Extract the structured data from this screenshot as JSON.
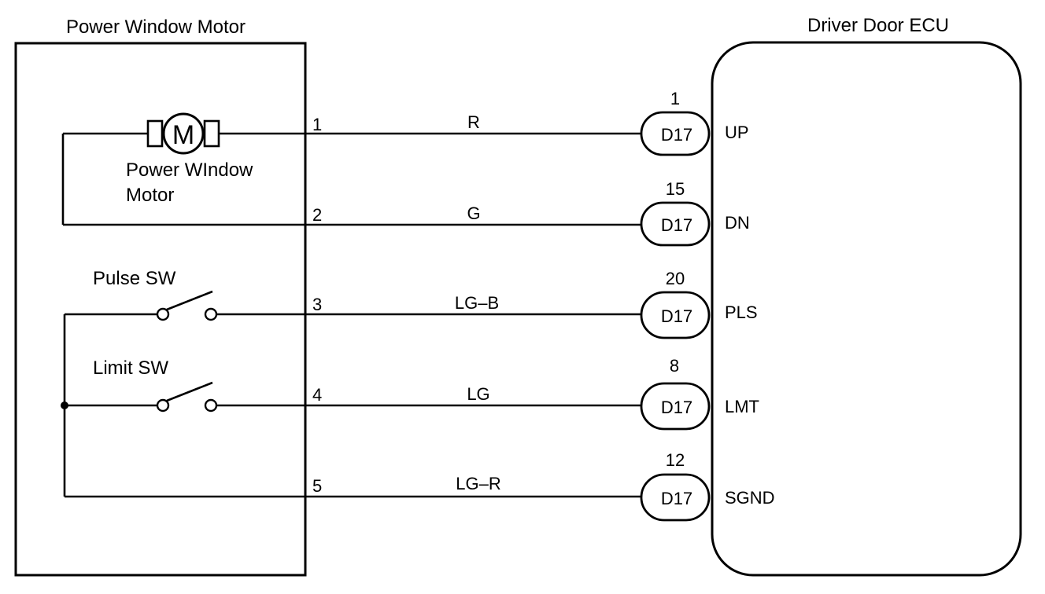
{
  "motor_box": {
    "title": "Power Window Motor"
  },
  "ecu_box": {
    "title": "Driver Door ECU"
  },
  "motor": {
    "symbol": "M",
    "label_line1": "Power WIndow",
    "label_line2": "Motor"
  },
  "switches": [
    {
      "label": "Pulse SW"
    },
    {
      "label": "Limit SW"
    }
  ],
  "circuits": [
    {
      "pin": "1",
      "wire": "R",
      "ecu_pin": "1",
      "connector": "D17",
      "signal": "UP"
    },
    {
      "pin": "2",
      "wire": "G",
      "ecu_pin": "15",
      "connector": "D17",
      "signal": "DN"
    },
    {
      "pin": "3",
      "wire": "LG–B",
      "ecu_pin": "20",
      "connector": "D17",
      "signal": "PLS"
    },
    {
      "pin": "4",
      "wire": "LG",
      "ecu_pin": "8",
      "connector": "D17",
      "signal": "LMT"
    },
    {
      "pin": "5",
      "wire": "LG–R",
      "ecu_pin": "12",
      "connector": "D17",
      "signal": "SGND"
    }
  ]
}
